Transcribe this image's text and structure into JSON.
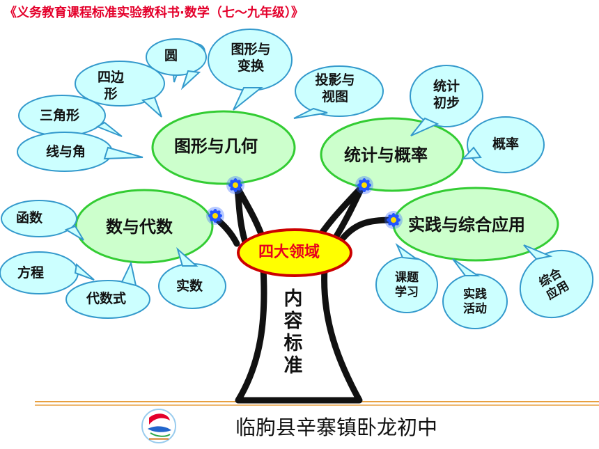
{
  "header": {
    "title": "《义务教育课程标准实验教科书·数学（七～九年级）》"
  },
  "core": {
    "label": "四大领域",
    "trunk_label": "内容标准"
  },
  "domains": {
    "geometry": "图形与几何",
    "statistics": "统计与概率",
    "algebra": "数与代数",
    "practice": "实践与综合应用"
  },
  "bubbles": {
    "circle": "圆",
    "transform": "图形与变换",
    "quadrilateral": "四边形",
    "projection": "投影与视图",
    "triangle": "三角形",
    "lines_angles": "线与角",
    "stats_intro": "统计初步",
    "probability": "概率",
    "function": "函数",
    "equation": "方程",
    "expression": "代数式",
    "real_number": "实数",
    "topic_study": "课题学习",
    "practice_activity": "实践活动",
    "comprehensive_app": "综合应用"
  },
  "footer": {
    "school": "临朐县辛寨镇卧龙初中"
  },
  "colors": {
    "title_red": "#e4002b",
    "oval_fill": "#ccffcc",
    "oval_border": "#33cc33",
    "bubble_fill": "#ccffff",
    "bubble_border": "#3399cc",
    "core_fill": "#ffff00",
    "core_border": "#cc0000",
    "tree": "#111111",
    "flower": "#3366ff",
    "line_orange": "#e8a040"
  }
}
